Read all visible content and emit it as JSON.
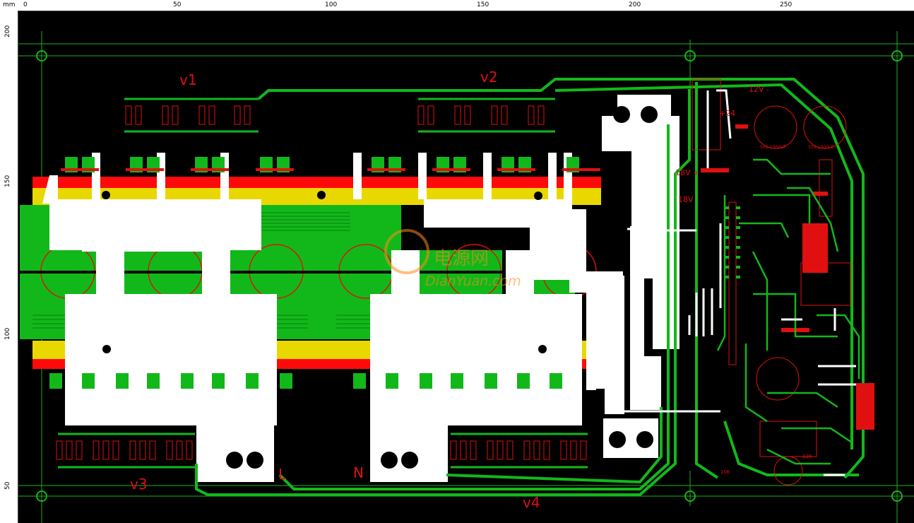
{
  "ruler": {
    "unit": "mm",
    "top_ticks": [
      "0",
      "50",
      "100",
      "150",
      "200",
      "250"
    ],
    "left_ticks": [
      "200",
      "150",
      "100",
      "50"
    ]
  },
  "silkscreen": {
    "group_labels": [
      "v1",
      "v2",
      "v3",
      "v4"
    ],
    "terminal_labels": [
      "L",
      "N"
    ],
    "voltage_labels": [
      "12V -",
      "+24",
      "18V +",
      "18V"
    ],
    "cap_labels": [
      "50V 1000UF",
      "50V 1000UF"
    ],
    "resistor_label": "10K",
    "resistor_label_2": "22K"
  },
  "watermark": {
    "brand_cn": "电源网",
    "brand_en": "DianYuan.com"
  },
  "colors": {
    "background": "#000000",
    "copper": "#12b81a",
    "pad_white": "#ffffff",
    "rail_red": "#ff0a0a",
    "rail_yellow": "#e8d800",
    "silk_red": "#e01010",
    "guide": "#1bb21b"
  }
}
